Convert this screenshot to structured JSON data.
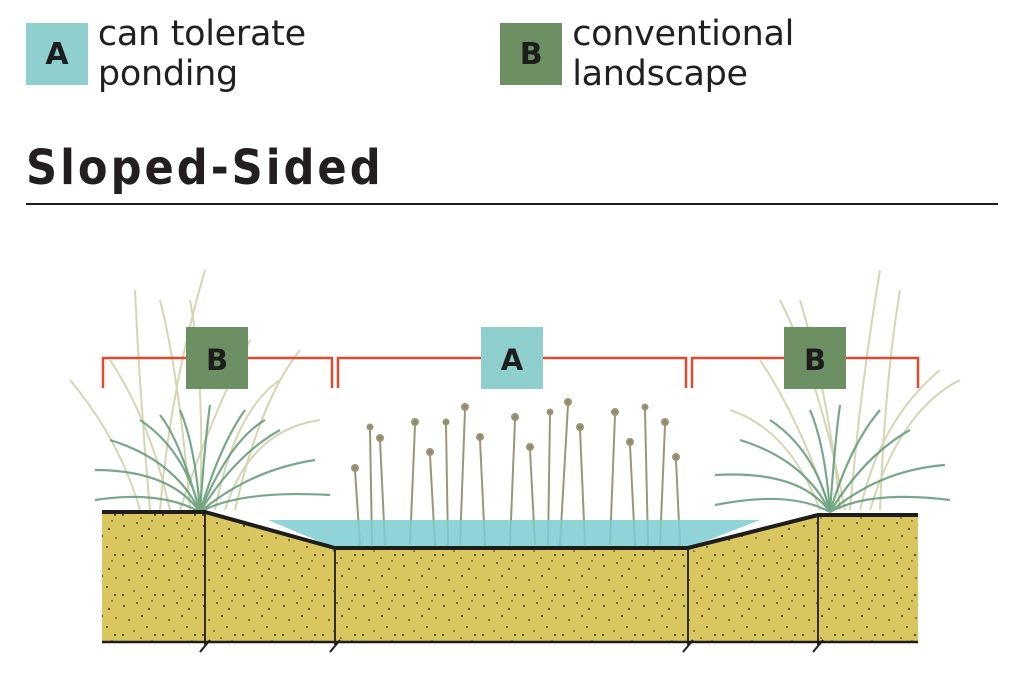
{
  "legend": [
    {
      "letter": "A",
      "label": "can tolerate ponding",
      "color": "#8fd0cf"
    },
    {
      "letter": "B",
      "label": "conventional landscape",
      "color": "#6c8f63"
    }
  ],
  "title": "Sloped-Sided",
  "zones": [
    {
      "letter": "B",
      "color": "#6c8f63"
    },
    {
      "letter": "A",
      "color": "#8fd0cf"
    },
    {
      "letter": "B",
      "color": "#6c8f63"
    }
  ],
  "colors": {
    "bracket": "#e04a30",
    "soil": "#d9c65e",
    "water": "#7ecdd0",
    "outline": "#1d1d1d"
  }
}
